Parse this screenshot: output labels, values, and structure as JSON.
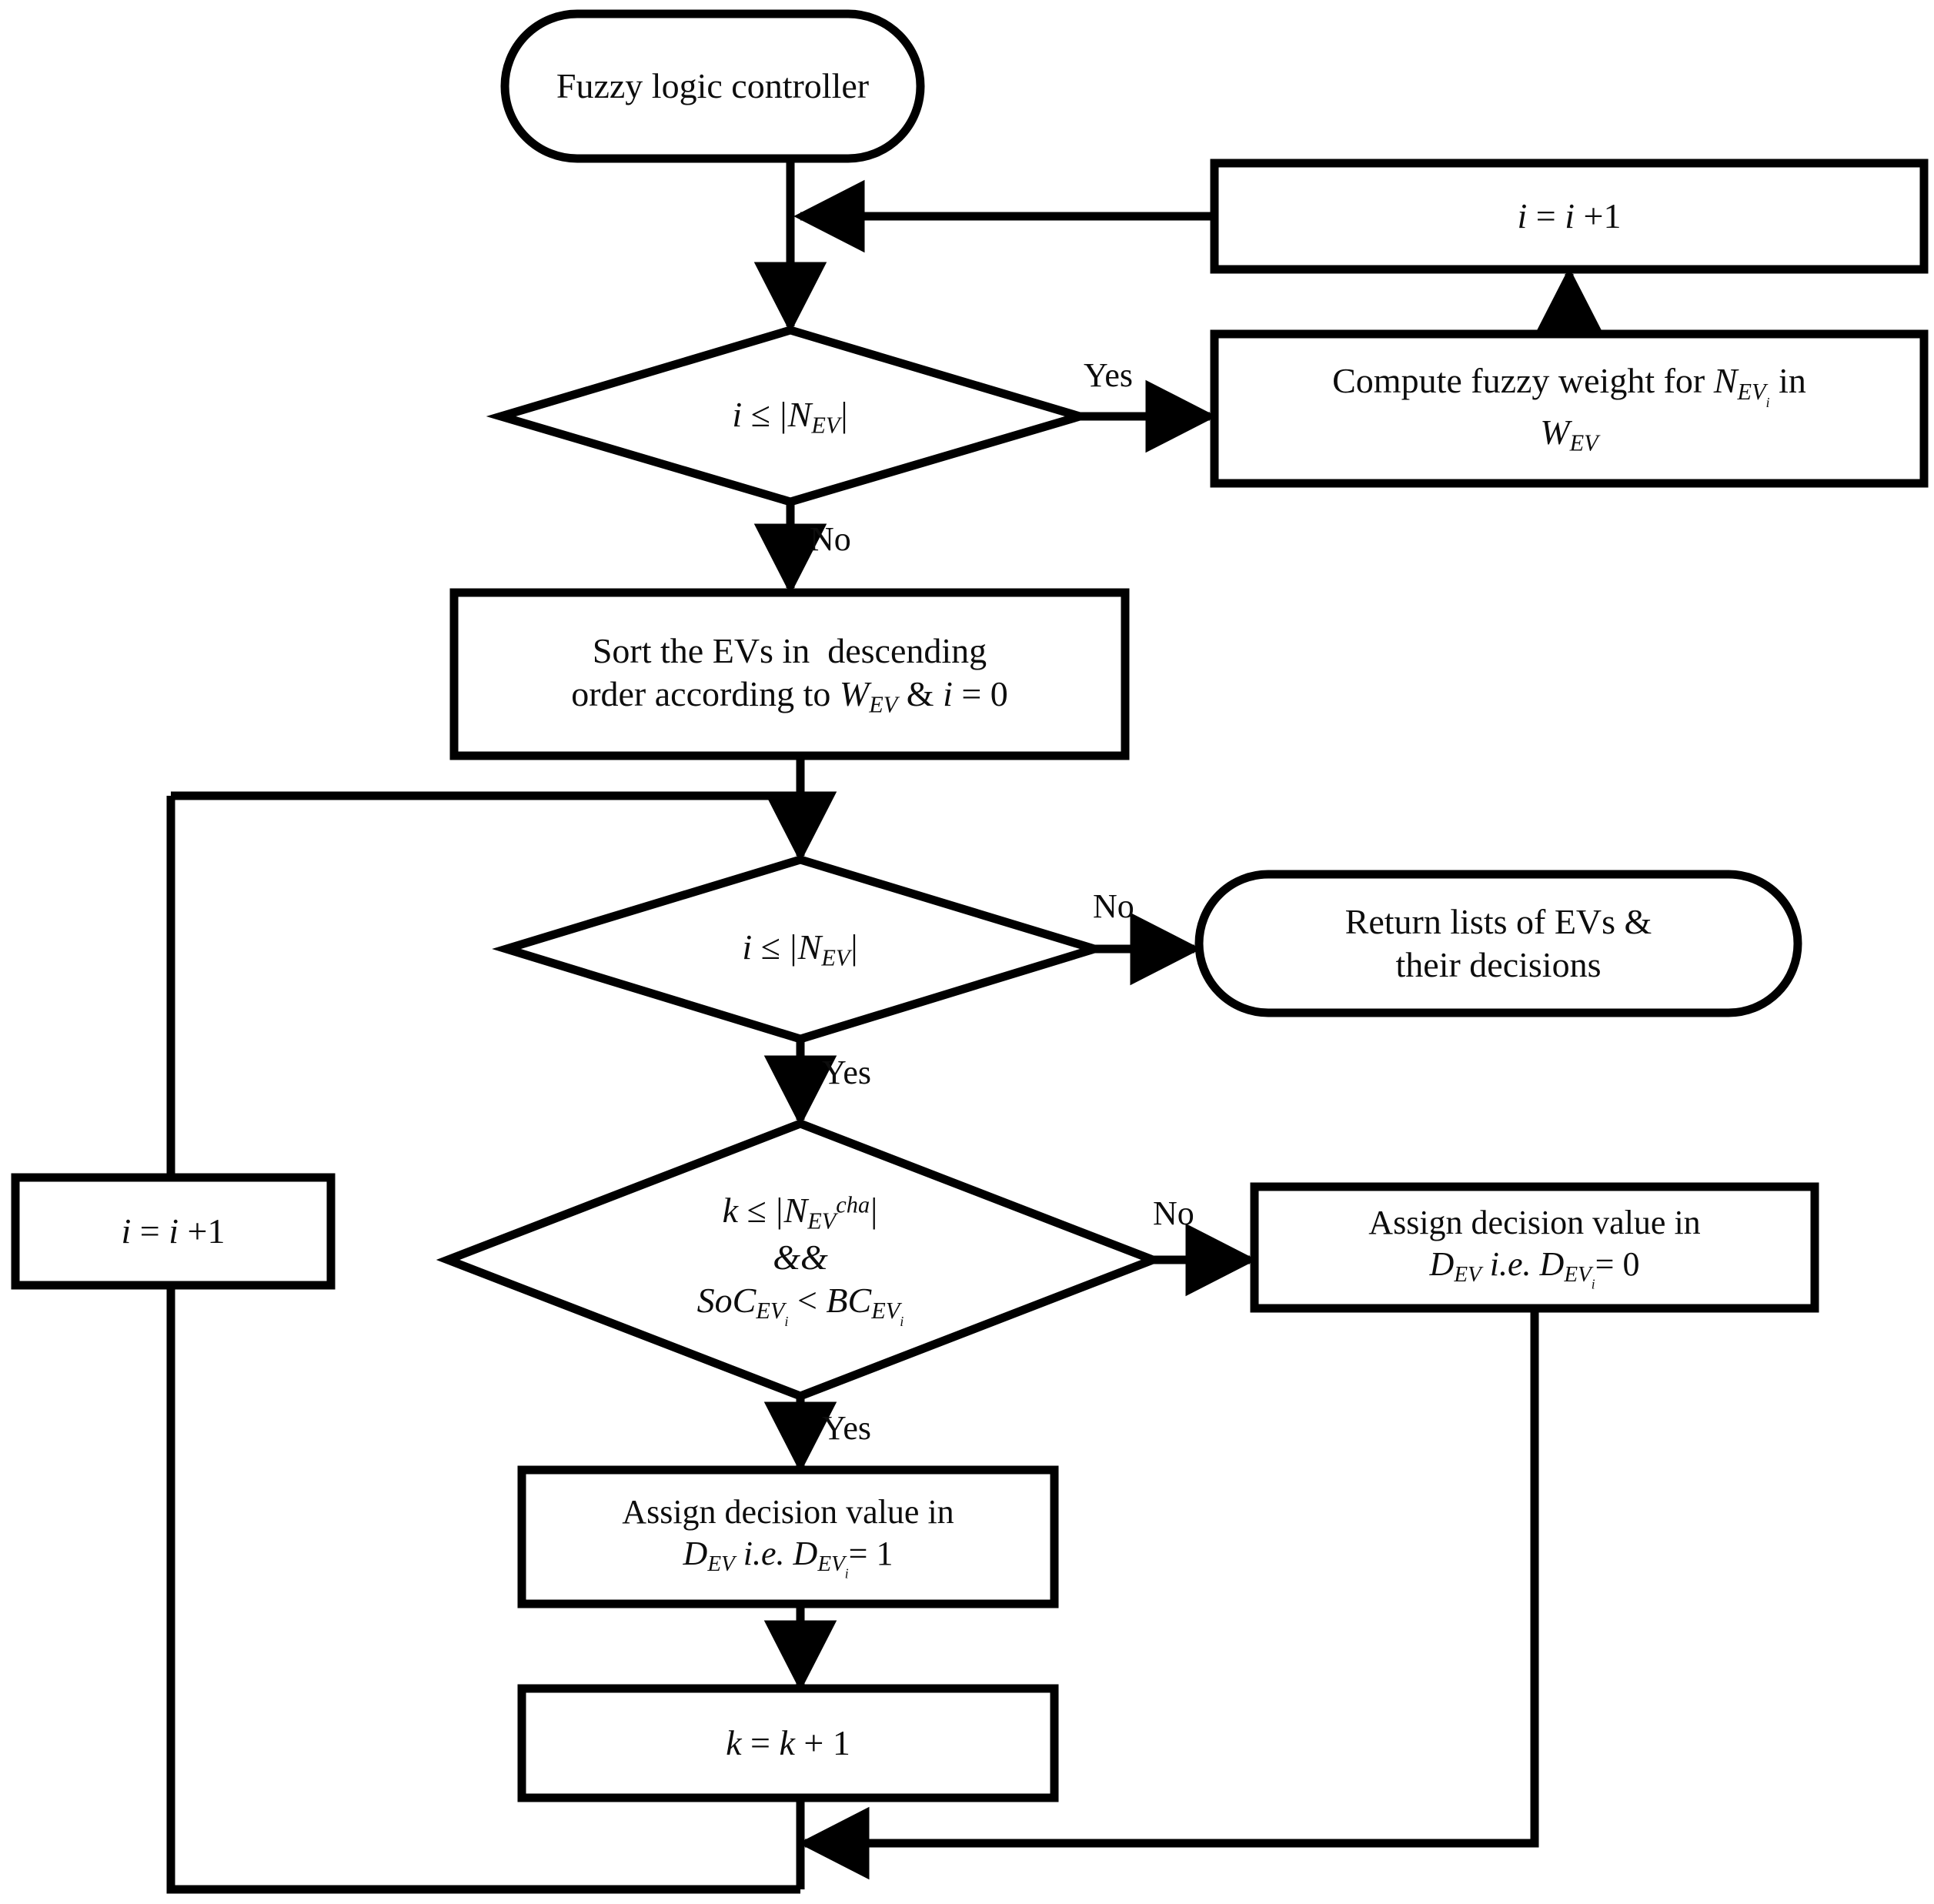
{
  "diagram": {
    "type": "flowchart",
    "title": "Fuzzy logic controller EV charging decision flowchart",
    "nodes": {
      "start": {
        "shape": "terminator",
        "text": "Fuzzy logic controller"
      },
      "inc_i_top": {
        "shape": "process",
        "text": "i = i +1"
      },
      "decision_loop1": {
        "shape": "decision",
        "text": "i ≤ |N_EV|"
      },
      "compute_weight": {
        "shape": "process",
        "line1": "Compute fuzzy weight for N_EVi in",
        "line2": "W_EV"
      },
      "sort_evs": {
        "shape": "process",
        "line1": "Sort the EVs in  descending",
        "line2": "order according to W_EV & i = 0"
      },
      "decision_loop2": {
        "shape": "decision",
        "text": "i ≤ |N_EV|"
      },
      "return_node": {
        "shape": "terminator",
        "line1": "Return lists of EVs &",
        "line2": "their decisions"
      },
      "inc_i_left": {
        "shape": "process",
        "text": "i = i +1"
      },
      "decision_cap": {
        "shape": "decision",
        "line1": "k ≤ |N_EV^cha|",
        "line2": "&&",
        "line3": "SoC_EVi < BC_EVi"
      },
      "assign_zero": {
        "shape": "process",
        "line1": "Assign decision value in",
        "line2": "D_EV i.e. D_EVi= 0"
      },
      "assign_one": {
        "shape": "process",
        "line1": "Assign decision value in",
        "line2": "D_EV i.e. D_EVi= 1"
      },
      "inc_k": {
        "shape": "process",
        "text": "k = k + 1"
      }
    },
    "edge_labels": {
      "loop1_yes": "Yes",
      "loop1_no": "No",
      "loop2_no": "No",
      "loop2_yes": "Yes",
      "cap_no": "No",
      "cap_yes": "Yes"
    },
    "colors": {
      "stroke": "#000000",
      "fill": "#ffffff",
      "text": "#0d0d0d"
    }
  }
}
